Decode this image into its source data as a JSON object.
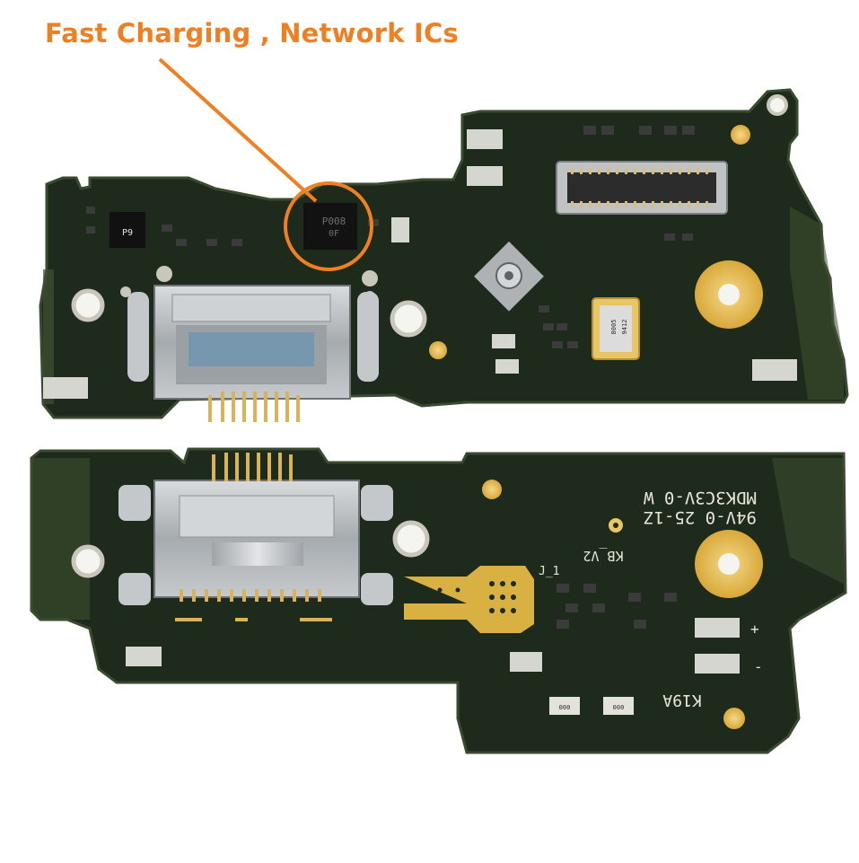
{
  "annotation": {
    "label": "Fast Charging , Network ICs",
    "color": "#f07f22"
  },
  "top_board": {
    "chip_marking_line1": "P008",
    "chip_marking_line2": "0F",
    "side_chip_marking": "P9",
    "oscillator_line1": "8005",
    "oscillator_line2": "9412"
  },
  "bottom_board": {
    "silkscreen_line1": "94V-0 25-1Z",
    "silkscreen_line2": "MDK3C3V-0 W",
    "silkscreen_kb": "KB_V2",
    "silkscreen_model": "K19A",
    "resistor_1": "000",
    "resistor_2": "000",
    "pad_label_j1": "J_1",
    "pad_label_plus": "+",
    "pad_label_minus": "-"
  },
  "colors": {
    "pcb": "#1e2a1c",
    "pcb_edge": "#3a4a2e",
    "gold": "#e0b447",
    "steel": "#b8bcbf"
  }
}
